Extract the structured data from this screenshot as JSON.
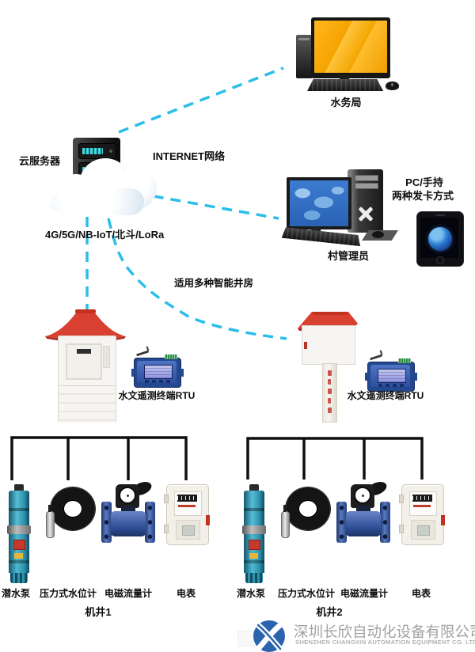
{
  "diagram": {
    "water_bureau_label": "水务局",
    "cloud_server_label": "云服务器",
    "internet_label": "INTERNET网络",
    "protocols_label": "4G/5G/NB-IoT/北斗/LoRa",
    "card_method_line1": "PC/手持",
    "card_method_line2": "两种发卡方式",
    "village_admin_label": "村管理员",
    "wellhouse_note": "适用多种智能井房",
    "rtu_left_label": "水文遥测终端RTU",
    "rtu_right_label": "水文遥测终端RTU",
    "wells": [
      {
        "name": "机井1",
        "devices": [
          "潜水泵",
          "压力式水位计",
          "电磁流量计",
          "电表"
        ]
      },
      {
        "name": "机井2",
        "devices": [
          "潜水泵",
          "压力式水位计",
          "电磁流量计",
          "电表"
        ]
      }
    ]
  },
  "footer": {
    "company_cn": "深圳长欣自动化设备有限公司",
    "company_en": "SHENZHEN CHANGXIN AUTOMATION EQUIPMENT CO. LTD"
  },
  "colors": {
    "dashed_link": "#2abee8",
    "bus_line": "#0f0f0f",
    "roof_red": "#d8402f",
    "rtu_blue": "#24488f",
    "pump_teal": "#2e93ad",
    "flowmeter_blue": "#3b5aa8",
    "meter_box_cream": "#f3f0e9",
    "screen_orange": "#f5a300",
    "screen_map_blue": "#2f6fc4",
    "logo_blue": "#2a64ae",
    "footer_gray": "#a2a2a2"
  }
}
